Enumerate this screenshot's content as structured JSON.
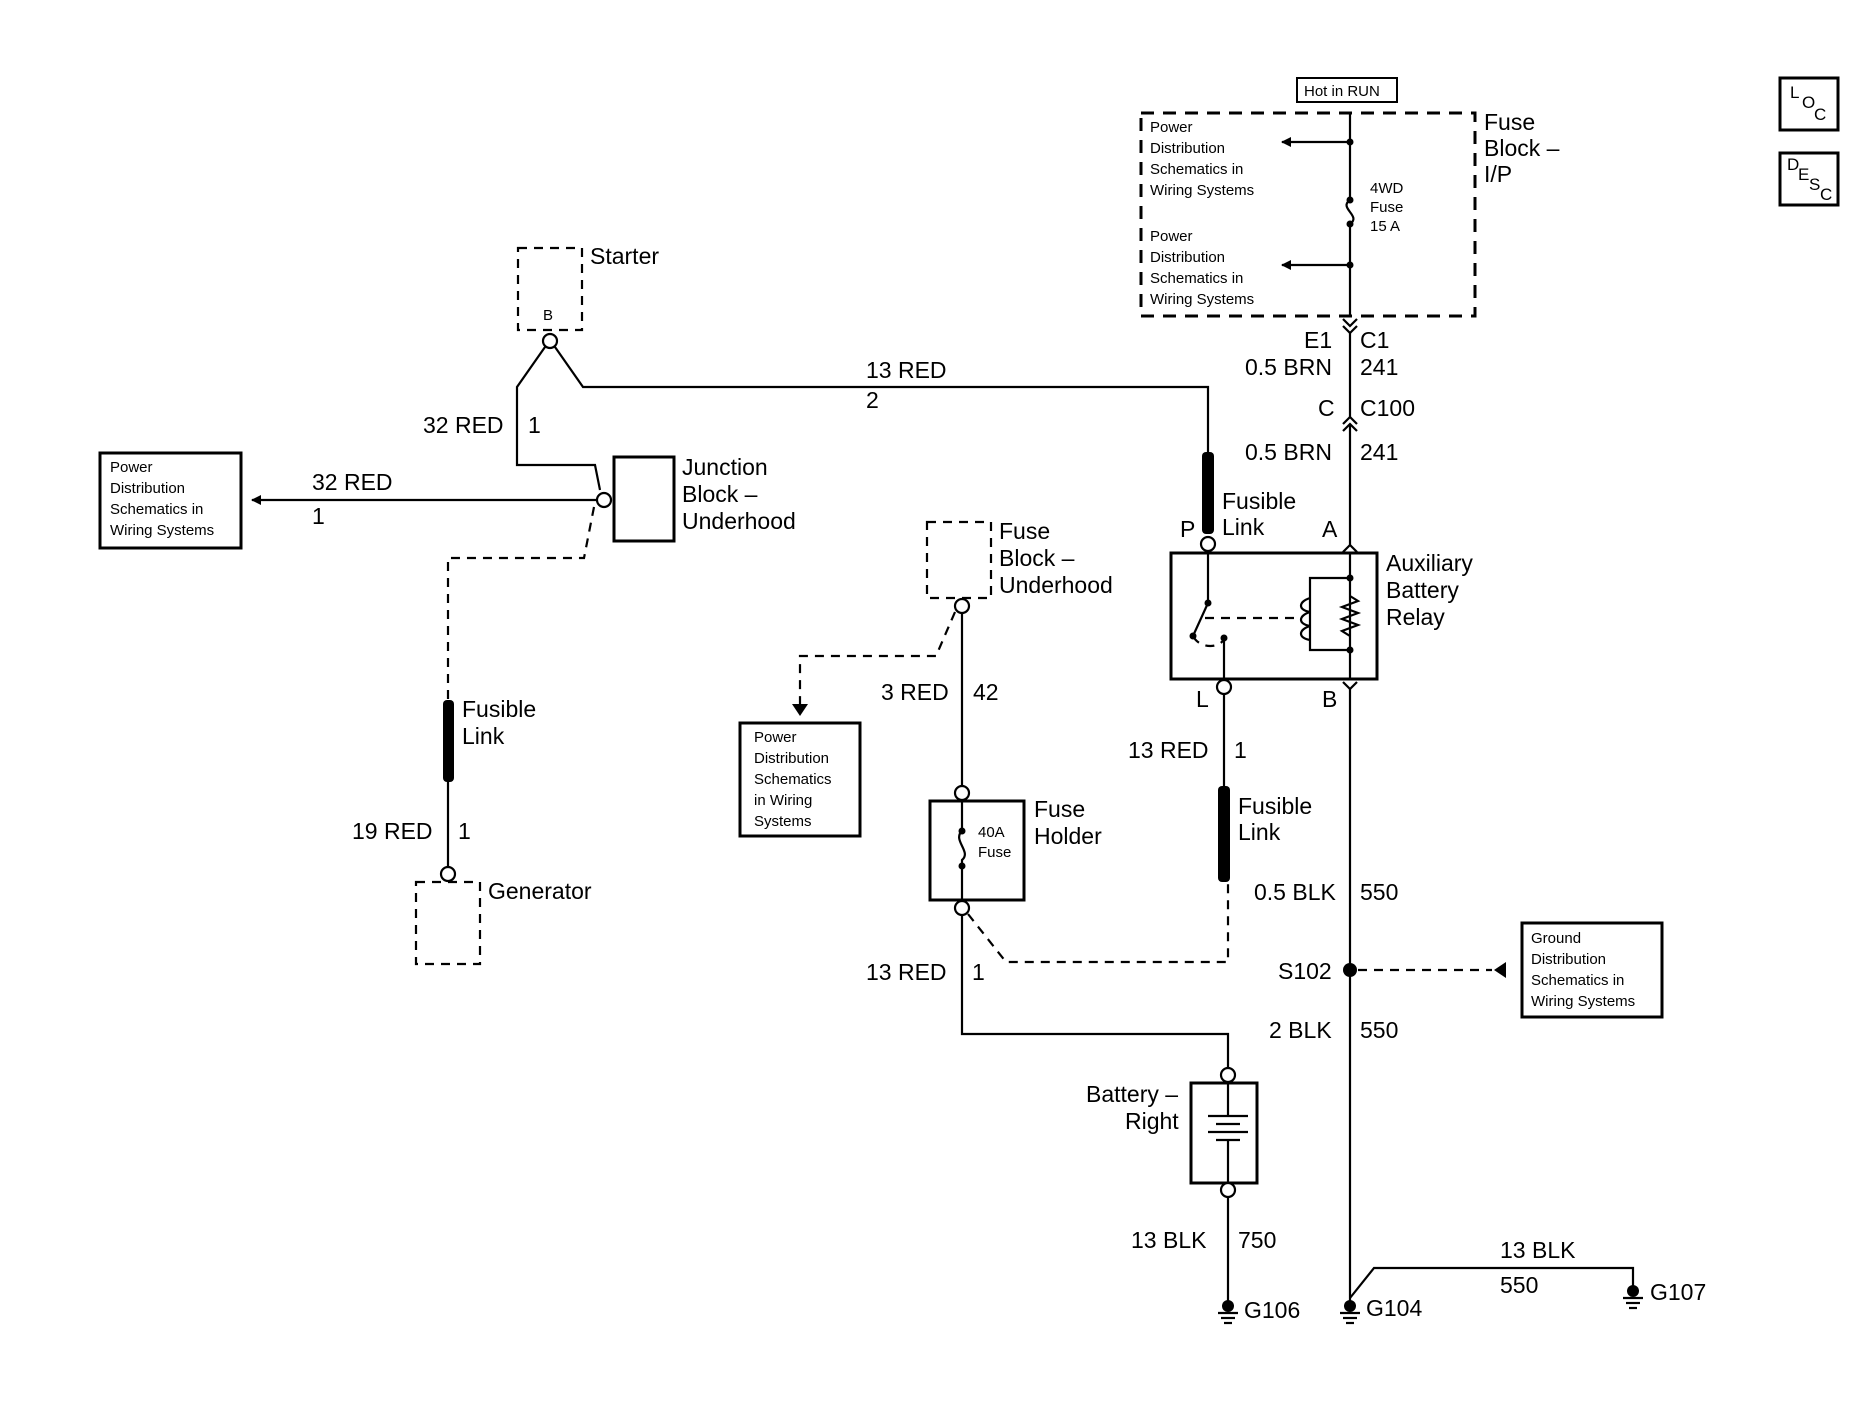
{
  "buttons": {
    "loc_l": "L",
    "loc_o": "O",
    "loc_c": "C",
    "desc_d": "D",
    "desc_e": "E",
    "desc_s": "S",
    "desc_c": "C"
  },
  "hot_in_run": "Hot in RUN",
  "fuse_block_ip": [
    "Fuse",
    "Block –",
    "I/P"
  ],
  "pds_ip_top": [
    "Power",
    "Distribution",
    "Schematics in",
    "Wiring Systems"
  ],
  "pds_ip_bottom": [
    "Power",
    "Distribution",
    "Schematics in",
    "Wiring Systems"
  ],
  "fuse_4wd": [
    "4WD",
    "Fuse",
    "15 A"
  ],
  "connectors": {
    "e1": "E1",
    "c1": "C1",
    "c": "C",
    "c100": "C100"
  },
  "wires": {
    "brn_top": {
      "gauge": "0.5 BRN",
      "circuit": "241"
    },
    "brn_mid": {
      "gauge": "0.5 BRN",
      "circuit": "241"
    },
    "red13_top": {
      "gauge": "13 RED",
      "circuit": "2"
    },
    "red32_left": {
      "gauge": "32 RED",
      "circuit": "1"
    },
    "red32_pds": {
      "gauge": "32 RED",
      "circuit": "1"
    },
    "red19": {
      "gauge": "19 RED",
      "circuit": "1"
    },
    "red3": {
      "gauge": "3 RED",
      "circuit": "42"
    },
    "red13_relay": {
      "gauge": "13 RED",
      "circuit": "1"
    },
    "red13_battery": {
      "gauge": "13 RED",
      "circuit": "1"
    },
    "blk05": {
      "gauge": "0.5 BLK",
      "circuit": "550"
    },
    "blk2": {
      "gauge": "2 BLK",
      "circuit": "550"
    },
    "blk13_g106": {
      "gauge": "13 BLK",
      "circuit": "750"
    },
    "blk13_g107": {
      "gauge": "13 BLK",
      "circuit": "550"
    }
  },
  "starter": {
    "label": "Starter",
    "pin": "B"
  },
  "junction_block": [
    "Junction",
    "Block –",
    "Underhood"
  ],
  "pds_left": [
    "Power",
    "Distribution",
    "Schematics in",
    "Wiring Systems"
  ],
  "fusible_link_generator": [
    "Fusible",
    "Link"
  ],
  "generator": "Generator",
  "fuse_block_underhood": [
    "Fuse",
    "Block –",
    "Underhood"
  ],
  "pds_mid": [
    "Power",
    "Distribution",
    "Schematics",
    "in Wiring",
    "Systems"
  ],
  "fuse_holder": [
    "Fuse",
    "Holder"
  ],
  "fuse_40a": [
    "40A",
    "Fuse"
  ],
  "fusible_link_p": [
    "Fusible",
    "Link"
  ],
  "fusible_link_l": [
    "Fusible",
    "Link"
  ],
  "relay": {
    "label": [
      "Auxiliary",
      "Battery",
      "Relay"
    ],
    "pin_p": "P",
    "pin_a": "A",
    "pin_l": "L",
    "pin_b": "B"
  },
  "splice": "S102",
  "ground_dist": [
    "Ground",
    "Distribution",
    "Schematics in",
    "Wiring Systems"
  ],
  "battery": [
    "Battery –",
    "Right"
  ],
  "grounds": {
    "g106": "G106",
    "g104": "G104",
    "g107": "G107"
  }
}
